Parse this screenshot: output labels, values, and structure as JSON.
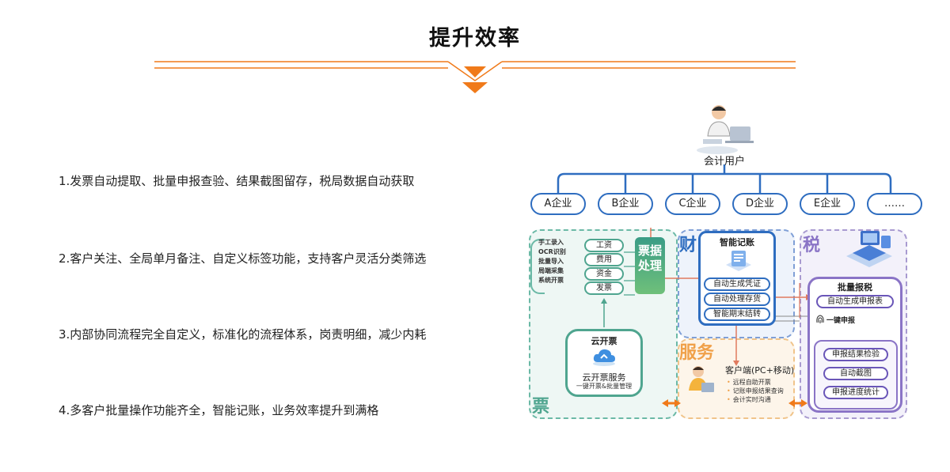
{
  "title": "提升效率",
  "points": [
    "1.发票自动提取、批量申报查验、结果截图留存，税局数据自动获取",
    "2.客户关注、全局单月备注、自定义标签功能，支持客户灵活分类筛选",
    "3.内部协同流程完全自定义，标准化的流程体系，岗责明细，减少内耗",
    "4.多客户批量操作功能齐全，智能记账，业务效率提升到满格"
  ],
  "diagram": {
    "user_label": "会计用户",
    "enterprises": [
      "A企业",
      "B企业",
      "C企业",
      "D企业",
      "E企业",
      "……"
    ],
    "piao": {
      "zone_char": "票",
      "sources": [
        "手工录入",
        "OCR识别",
        "批量导入",
        "局端采集",
        "系统开票"
      ],
      "items": [
        "工资",
        "费用",
        "资金",
        "发票"
      ],
      "process": "票据处理",
      "ykp_title": "云开票",
      "ykp_sub": "云开票服务",
      "ykp_sub2": "一键开票&批量管理"
    },
    "cai": {
      "zone_char": "财",
      "title": "智能记账",
      "items": [
        "自动生成凭证",
        "自动处理存货",
        "智能期末结转"
      ]
    },
    "fuwu": {
      "zone_char": "服务",
      "title": "客户端(PC+移动)",
      "items": [
        "远程自助开票",
        "记账申报结果查询",
        "会计实时沟通"
      ]
    },
    "shui": {
      "zone_char": "税",
      "title": "批量报税",
      "top_item": "自动生成申报表",
      "one_key": "一键申报",
      "items": [
        "申报结果检验",
        "自动截图",
        "申报进度统计"
      ]
    }
  },
  "colors": {
    "accent": "#f07a1a",
    "blue": "#2e6dc0",
    "green": "#4fa58f",
    "purple": "#8a74c6",
    "orange_light": "#f0c48a"
  }
}
